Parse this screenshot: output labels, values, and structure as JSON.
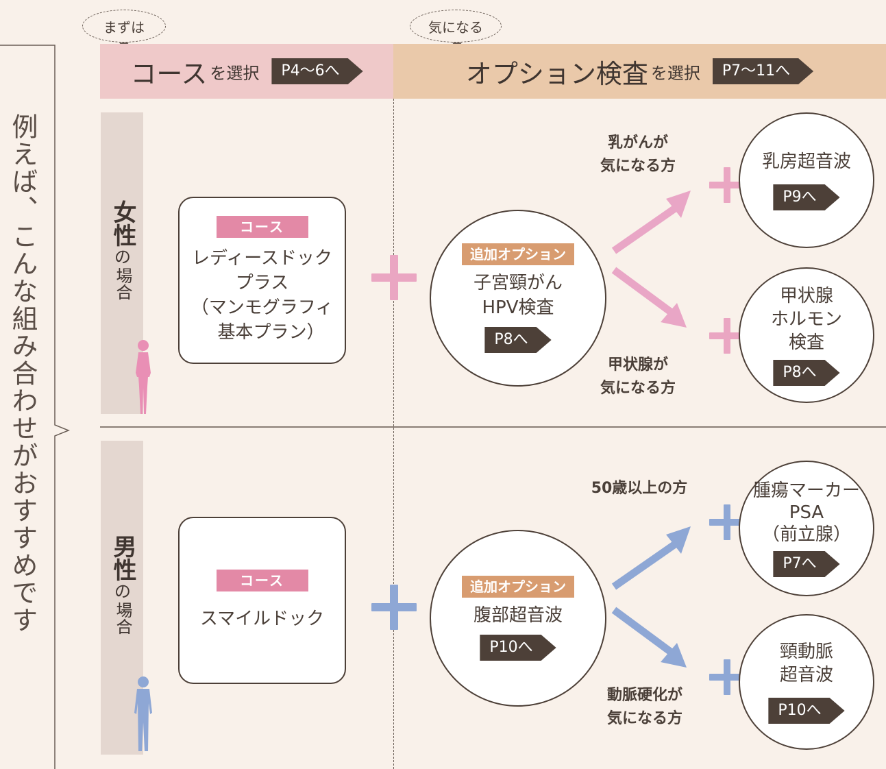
{
  "side_title": "例えば、こんな組み合わせがおすすめです",
  "bubbles": {
    "first": "まずは",
    "second": "気になる"
  },
  "header": {
    "course": {
      "main": "コース",
      "sub": "を選択",
      "page": "P4〜6へ"
    },
    "option": {
      "main": "オプション検査",
      "sub": "を選択",
      "page": "P7〜11へ"
    }
  },
  "female": {
    "label_main": "女性",
    "label_no": "の",
    "label_case": "場合",
    "course_tag": "コース",
    "course_lines": [
      "レディースドック",
      "プラス",
      "（マンモグラフィ",
      "　基本プラン）"
    ],
    "option_tag": "追加オプション",
    "option_lines": [
      "子宮頸がん",
      "HPV検査"
    ],
    "option_page": "P8へ",
    "branches": [
      {
        "condition": [
          "乳がんが",
          "気になる方"
        ],
        "exam": [
          "乳房超音波"
        ],
        "page": "P9へ"
      },
      {
        "condition": [
          "甲状腺が",
          "気になる方"
        ],
        "exam": [
          "甲状腺",
          "ホルモン",
          "検査"
        ],
        "page": "P8へ"
      }
    ]
  },
  "male": {
    "label_main": "男性",
    "label_no": "の",
    "label_case": "場合",
    "course_tag": "コース",
    "course_lines": [
      "スマイルドック"
    ],
    "option_tag": "追加オプション",
    "option_lines": [
      "腹部超音波"
    ],
    "option_page": "P10へ",
    "branches": [
      {
        "condition": [
          "50歳以上の方"
        ],
        "exam": [
          "腫瘍マーカー",
          "PSA",
          "（前立腺）"
        ],
        "page": "P7へ"
      },
      {
        "condition": [
          "動脈硬化が",
          "気になる方"
        ],
        "exam": [
          "頸動脈",
          "超音波"
        ],
        "page": "P10へ"
      }
    ]
  },
  "colors": {
    "background": "#f9f1ea",
    "course_band": "#efc9c9",
    "option_band": "#eac9aa",
    "pink": "#e389a6",
    "pink_light": "#eaa6c2",
    "blue": "#8ea7d5",
    "orange": "#d89c70",
    "dark": "#4d4038"
  }
}
